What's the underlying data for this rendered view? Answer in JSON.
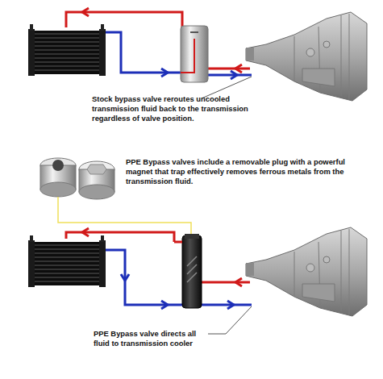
{
  "diagram": {
    "labels": [
      "Stock bypass valve reroutes uncooled transmission fluid back to the transmission regardless of valve position.",
      "PPE Bypass valves include a removable plug with a powerful magnet that trap effectively removes ferrous metals from the transmission fluid.",
      "PPE Bypass valve directs all fluid to transmission cooler"
    ]
  }
}
